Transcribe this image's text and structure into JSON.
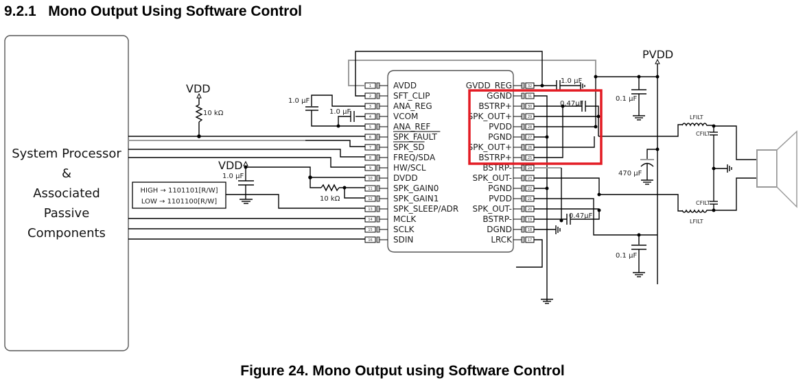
{
  "section": {
    "number": "9.2.1",
    "title": "Mono Output Using Software Control"
  },
  "caption": "Figure 24.  Mono Output using Software Control",
  "colors": {
    "highlight": "#e31b23",
    "wire": "#000000",
    "gray_wire": "#9a9a9a"
  },
  "processor": {
    "lines": [
      "System Processor",
      "&",
      "Associated",
      "Passive",
      "Components"
    ]
  },
  "power": {
    "vdd_top": "VDD",
    "vdd_mid": "VDD",
    "pvdd": "PVDD"
  },
  "address_box": {
    "high": "HIGH → 1101101[R/W]",
    "low": "LOW → 1101100[R/W]"
  },
  "components": {
    "r_pullup": "10 kΩ",
    "r_gain": "10 kΩ",
    "c_anareg": "1.0 µF",
    "c_vcom": "1.0 µF",
    "c_dvdd": "1.0 µF",
    "c_gvdd": "1.0 µF",
    "c_bst_top": "0.47µF",
    "c_bst_bot": "0.47µF",
    "c_pvdd_top": "0.1 µF",
    "c_pvdd_bot": "0.1 µF",
    "c_bulk": "470 µF",
    "l_filt_top": "LFILT",
    "l_filt_bot": "LFILT",
    "c_filt_top": "CFILT",
    "c_filt_bot": "CFILT"
  },
  "ic": {
    "left_pins": [
      {
        "no": "1",
        "name": "AVDD"
      },
      {
        "no": "2",
        "name": "SFT_CLIP"
      },
      {
        "no": "3",
        "name": "ANA_REG"
      },
      {
        "no": "4",
        "name": "VCOM"
      },
      {
        "no": "5",
        "name": "ANA_REF"
      },
      {
        "no": "6",
        "name": "SPK_FAULT"
      },
      {
        "no": "7",
        "name": "SPK_SD"
      },
      {
        "no": "8",
        "name": "FREQ/SDA"
      },
      {
        "no": "9",
        "name": "HW/SCL"
      },
      {
        "no": "10",
        "name": "DVDD"
      },
      {
        "no": "11",
        "name": "SPK_GAIN0"
      },
      {
        "no": "12",
        "name": "SPK_GAIN1"
      },
      {
        "no": "13",
        "name": "SPK_SLEEP/ADR"
      },
      {
        "no": "14",
        "name": "MCLK"
      },
      {
        "no": "15",
        "name": "SCLK"
      },
      {
        "no": "16",
        "name": "SDIN"
      }
    ],
    "right_pins": [
      {
        "no": "32",
        "name": "GVDD_REG"
      },
      {
        "no": "31",
        "name": "GGND"
      },
      {
        "no": "30",
        "name": "BSTRP+"
      },
      {
        "no": "29",
        "name": "SPK_OUT+"
      },
      {
        "no": "28",
        "name": "PVDD"
      },
      {
        "no": "27",
        "name": "PGND"
      },
      {
        "no": "26",
        "name": "SPK_OUT+"
      },
      {
        "no": "25",
        "name": "BSTRP+"
      },
      {
        "no": "24",
        "name": "BSTRP-"
      },
      {
        "no": "23",
        "name": "SPK_OUT-"
      },
      {
        "no": "22",
        "name": "PGND"
      },
      {
        "no": "21",
        "name": "PVDD"
      },
      {
        "no": "20",
        "name": "SPK_OUT-"
      },
      {
        "no": "19",
        "name": "BSTRP-"
      },
      {
        "no": "18",
        "name": "DGND"
      },
      {
        "no": "17",
        "name": "LRCK"
      }
    ]
  }
}
